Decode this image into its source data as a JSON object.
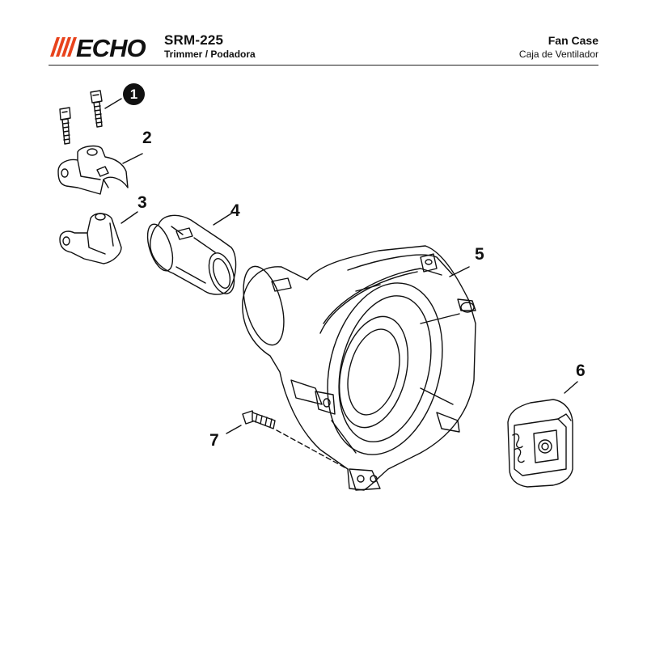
{
  "brand": "ECHO",
  "model": "SRM-225",
  "subtitle": "Trimmer / Podadora",
  "section_title_en": "Fan Case",
  "section_title_es": "Caja de Ventilador",
  "colors": {
    "brand_red": "#e8431c",
    "ink": "#111111"
  },
  "callouts": [
    "1",
    "2",
    "3",
    "4",
    "5",
    "6",
    "7"
  ]
}
